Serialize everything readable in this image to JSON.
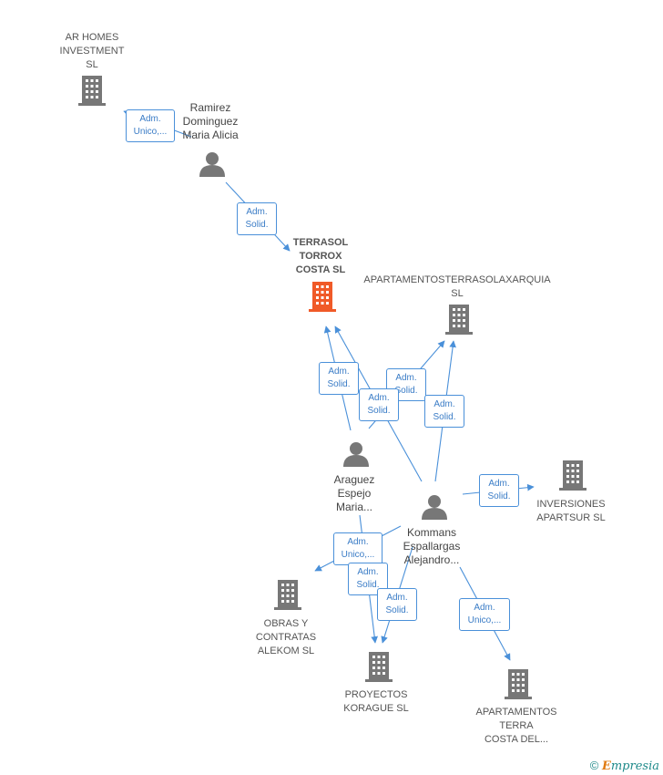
{
  "nodes": {
    "ar_homes": {
      "label": "AR HOMES\nINVESTMENT\nSL",
      "icon": "building-icon"
    },
    "ramirez": {
      "label": "Ramirez\nDominguez\nMaria Alicia",
      "icon": "person-icon"
    },
    "terrasol": {
      "label": "TERRASOL\nTORROX\nCOSTA  SL",
      "icon": "building-icon"
    },
    "apartamentosterrasol": {
      "label": "APARTAMENTOSTERRASOLAXARQUIA\nSL",
      "icon": "building-icon"
    },
    "araguez": {
      "label": "Araguez\nEspejo\nMaria...",
      "icon": "person-icon"
    },
    "kommans": {
      "label": "Kommans\nEspallargas\nAlejandro...",
      "icon": "person-icon"
    },
    "inversiones": {
      "label": "INVERSIONES\nAPARTSUR  SL",
      "icon": "building-icon"
    },
    "obras": {
      "label": "OBRAS Y\nCONTRATAS\nALEKOM  SL",
      "icon": "building-icon"
    },
    "proyectos": {
      "label": "PROYECTOS\nKORAGUE  SL",
      "icon": "building-icon"
    },
    "apartamentos_terra": {
      "label": "APARTAMENTOS\nTERRA\nCOSTA DEL...",
      "icon": "building-icon"
    }
  },
  "edges": [
    {
      "label": "Adm.\nUnico,..."
    },
    {
      "label": "Adm.\nSolid."
    },
    {
      "label": "Adm.\nSolid."
    },
    {
      "label": "Adm.\nSolid."
    },
    {
      "label": "Adm.\nSolid."
    },
    {
      "label": "Adm.\nSolid."
    },
    {
      "label": "Adm.\nSolid."
    },
    {
      "label": "Adm.\nUnico,..."
    },
    {
      "label": "Adm.\nSolid."
    },
    {
      "label": "Adm.\nSolid."
    },
    {
      "label": "Adm.\nUnico,..."
    }
  ],
  "colors": {
    "edge": "#4a90d9",
    "building": "#777777",
    "focus": "#f05a28",
    "person": "#777777"
  },
  "footer": {
    "copyright": "©",
    "brand_e": "E",
    "brand_rest": "mpresia"
  }
}
